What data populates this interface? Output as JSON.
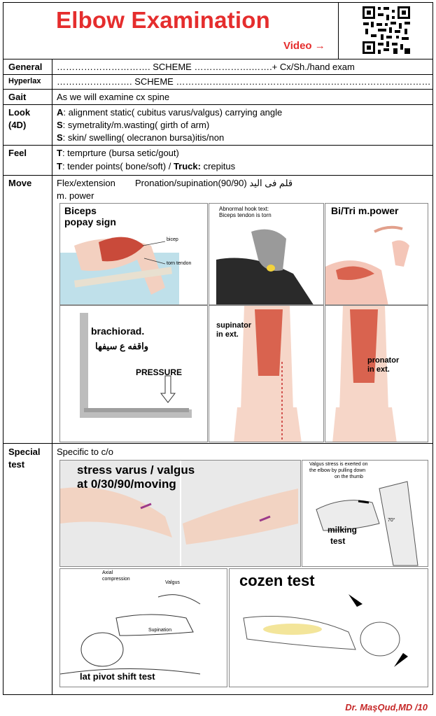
{
  "header": {
    "title": "Elbow Examination",
    "video_label": "Video →"
  },
  "rows": {
    "general": {
      "label": "General",
      "text": "…………………………. SCHEME ……………….…….+ Cx/Sh./hand exam"
    },
    "hyperlax": {
      "label": "Hyperlax",
      "text": "……………………. SCHEME ……………………………………………………………………………………………………."
    },
    "gait": {
      "label": "Gait",
      "text": "As we will examine cx spine"
    },
    "look": {
      "label1": "Look",
      "label2": "(4D)",
      "lines": [
        {
          "key": "A",
          "text": ": alignment static( cubitus varus/valgus) carrying angle"
        },
        {
          "key": "S",
          "text": ": symetrality/m.wasting( girth of arm)"
        },
        {
          "key": "S",
          "text": ": skin/ swelling( olecranon bursa)itis/non"
        }
      ]
    },
    "feel": {
      "label": "Feel",
      "line1_key": "T",
      "line1_text": ": temprture (bursa setic/gout)",
      "line2_key": "T",
      "line2_text": ": tender points( bone/soft) / ",
      "line2_key2": "Truck:",
      "line2_text2": " crepitus"
    },
    "move": {
      "label": "Move",
      "line1": "Flex/extension",
      "line1b": "Pronation/supination(90/90) قلم فى اليد",
      "line2": "m. power"
    },
    "special": {
      "label1": "Special",
      "label2": "test",
      "line1": "Specific to c/o"
    }
  },
  "figures": {
    "biceps": {
      "title1": "Biceps",
      "title2": "popay sign",
      "l1": "bicep",
      "l2": "torn tendon"
    },
    "hook": {
      "caption1": "Abnormal hook text:",
      "caption2": "Biceps tendon is torn"
    },
    "bitri": {
      "caption": "Bi/Tri m.power"
    },
    "brachio": {
      "caption": "brachiorad.",
      "arabic": "واقفه ع سيفها",
      "pressure": "PRESSURE"
    },
    "supinator": {
      "caption1": "supinator",
      "caption2": "in ext."
    },
    "pronator": {
      "caption1": "pronator",
      "caption2": "in ext."
    },
    "stress": {
      "caption1": "stress varus / valgus",
      "caption2": "at 0/30/90/moving"
    },
    "milking": {
      "note1": "Valgus stress is exerted on",
      "note2": "the elbow by pulling down",
      "note3": "on the thumb",
      "caption1": "milking",
      "caption2": "test",
      "angle": "70°"
    },
    "pivot": {
      "l1": "Axial",
      "l2": "compression",
      "l3": "Valgus",
      "l4": "Supination",
      "caption": "lat pivot shift test"
    },
    "cozen": {
      "caption": "cozen test"
    }
  },
  "footer": {
    "text": "Dr. MaşǪud,MD /10"
  },
  "colors": {
    "accent": "#e52d2d",
    "muscle": "#d9634f",
    "bone": "#e8e0d0"
  }
}
